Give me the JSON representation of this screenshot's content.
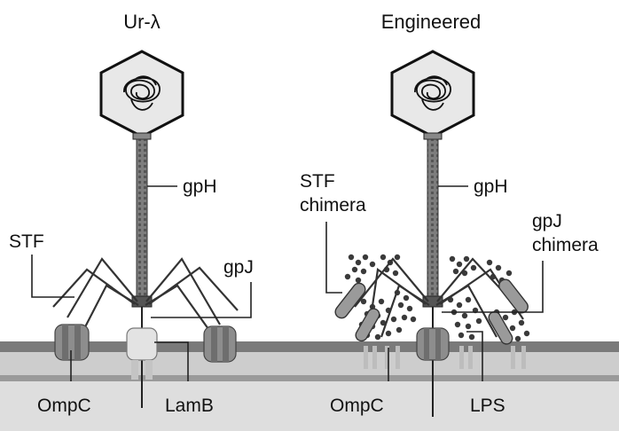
{
  "panels": {
    "left": {
      "title": "Ur-λ",
      "labels": {
        "tail": "gpH",
        "side_fibers": "STF",
        "tip_fiber": "gpJ",
        "porin": "OmpC",
        "receptor": "LamB"
      }
    },
    "right": {
      "title": "Engineered",
      "labels": {
        "tail": "gpH",
        "stf_line1": "STF",
        "stf_line2": "chimera",
        "gpj_line1": "gpJ",
        "gpj_line2": "chimera",
        "porin": "OmpC",
        "lps": "LPS"
      }
    }
  },
  "colors": {
    "membrane_outer": "#7a7a7a",
    "membrane_mid": "#cdcdcd",
    "membrane_inner": "#dcdcdc",
    "protein": "#8d8d8d",
    "lamb": "#e3e3e3",
    "lps_dots": "#3a3a3a",
    "chimera_fiber": "#9a9a9a"
  }
}
